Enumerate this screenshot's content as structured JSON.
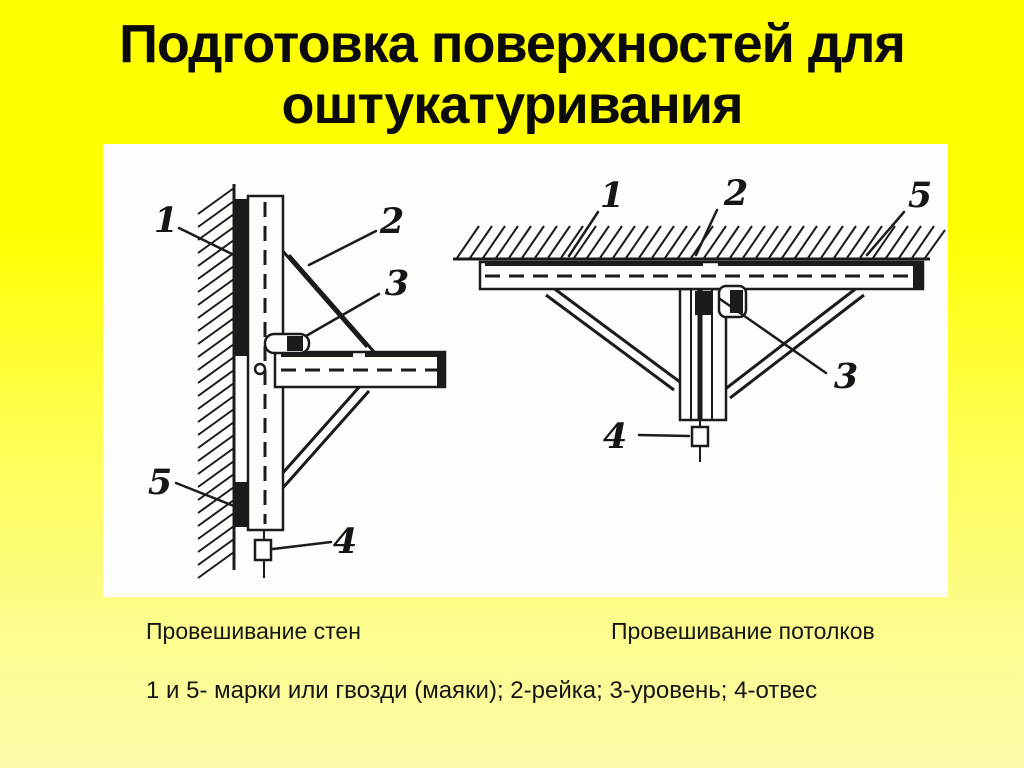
{
  "title": {
    "line1": "Подготовка поверхностей для",
    "line2": "оштукатуривания"
  },
  "figure": {
    "wall_diagram": {
      "caption": "Провешивание стен",
      "labels": {
        "n1": "1",
        "n2": "2",
        "n3": "3",
        "n4": "4",
        "n5": "5"
      }
    },
    "ceiling_diagram": {
      "caption": "Провешивание потолков",
      "labels": {
        "n1": "1",
        "n2": "2",
        "n3": "3",
        "n4": "4",
        "n5": "5"
      }
    }
  },
  "legend": "1 и 5- марки или гвозди (маяки); 2-рейка; 3-уровень; 4-отвес",
  "colors": {
    "background_top": "#ffff00",
    "background_bottom": "#fafaa8",
    "panel": "#fdfdfa",
    "ink": "#1b1b1b"
  }
}
